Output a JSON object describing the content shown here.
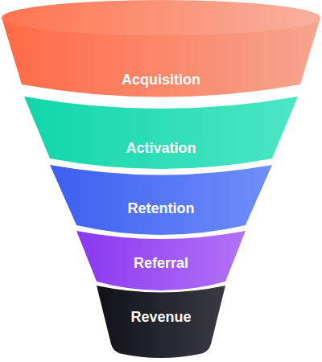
{
  "diagram": {
    "nodes": [
      {
        "text": [
          "Acquisition"
        ]
      },
      {
        "text": [
          "Activation"
        ]
      },
      {
        "text": [
          "Retention"
        ]
      },
      {
        "text": [
          "Referral"
        ]
      },
      {
        "text": [
          "Revenue"
        ]
      }
    ]
  }
}
